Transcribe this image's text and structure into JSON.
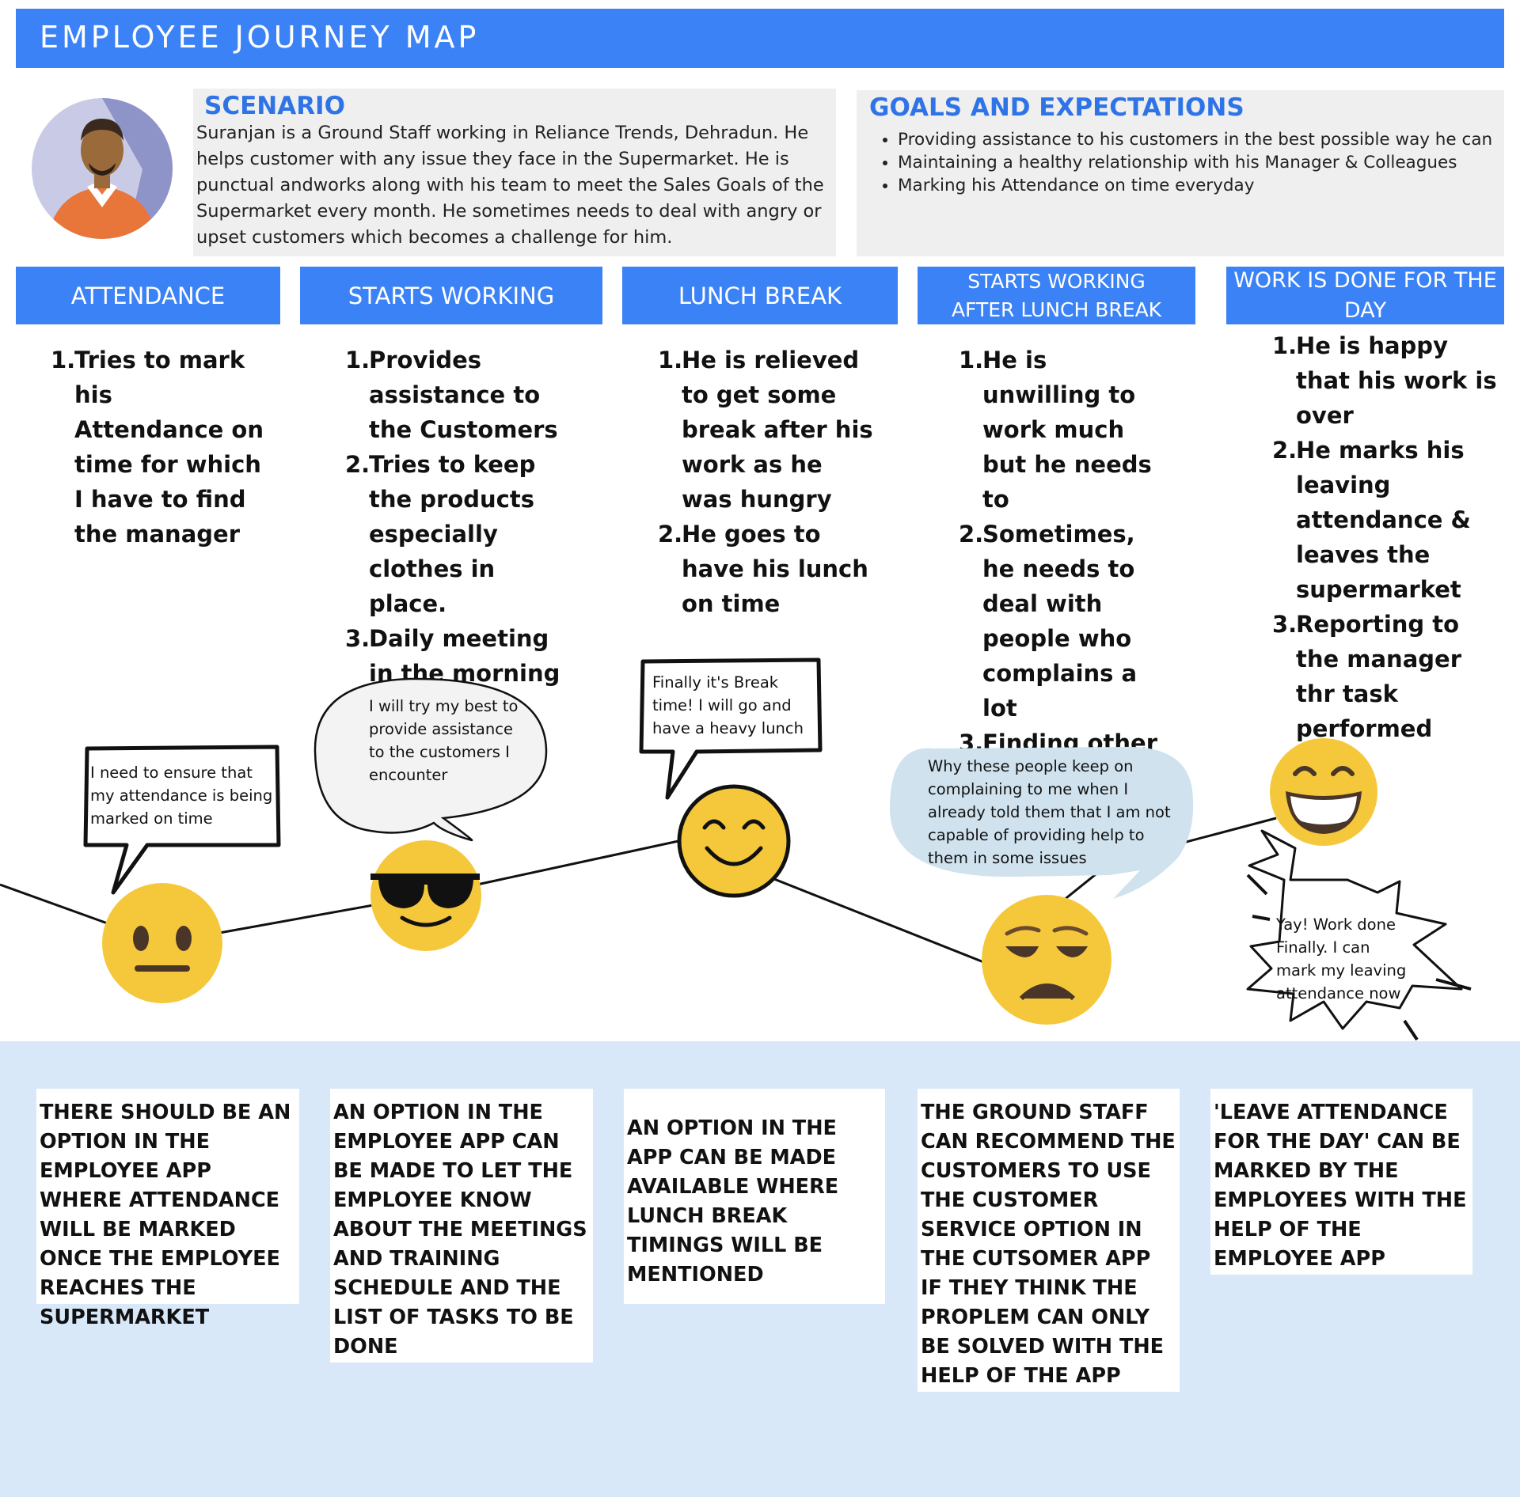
{
  "title": "EMPLOYEE JOURNEY MAP",
  "scenario": {
    "heading": "SCENARIO",
    "text": "Suranjan is a Ground Staff working in Reliance Trends, Dehradun. He helps customer with any issue they face in the Supermarket. He is punctual andworks along with his team to meet the Sales Goals of the Supermarket every month. He sometimes needs to deal with angry or upset customers which becomes a challenge for him."
  },
  "goals": {
    "heading": "GOALS AND EXPECTATIONS",
    "items": [
      "Providing assistance to his customers in the best possible way he can",
      "Maintaining a healthy relationship with his Manager & Colleagues",
      "Marking his Attendance on time everyday"
    ]
  },
  "stages": [
    {
      "header": "ATTENDANCE",
      "items": [
        "Tries to mark his Attendance on time for which I have to find the manager"
      ],
      "thought": "I need to ensure that my attendance is being marked on time",
      "emotion": "neutral-face-icon",
      "recommendation": "THERE SHOULD BE AN OPTION IN THE EMPLOYEE APP WHERE ATTENDANCE WILL BE MARKED ONCE THE EMPLOYEE REACHES THE SUPERMARKET"
    },
    {
      "header": "STARTS WORKING",
      "items": [
        "Provides assistance to the Customers",
        "Tries to keep the products especially clothes in place.",
        "Daily meeting in the morning"
      ],
      "thought": "I will try my best to provide assistance to the customers I encounter",
      "emotion": "sunglasses-face-icon",
      "recommendation": "AN OPTION IN THE EMPLOYEE APP CAN BE MADE TO LET THE EMPLOYEE KNOW ABOUT THE MEETINGS AND TRAINING SCHEDULE AND THE LIST OF TASKS TO BE DONE"
    },
    {
      "header": "LUNCH BREAK",
      "items": [
        "He is relieved to get some break after his work as he was hungry",
        "He goes to have his lunch on time"
      ],
      "thought": "Finally it's Break time! I will go and have a heavy lunch",
      "emotion": "smiling-face-icon",
      "recommendation": "AN OPTION IN THE APP CAN BE MADE AVAILABLE WHERE LUNCH  BREAK TIMINGS WILL BE MENTIONED"
    },
    {
      "header": "STARTS WORKING AFTER LUNCH BREAK",
      "items": [
        "He is unwilling to work much but he needs to",
        " Sometimes, he needs to deal with people who complains a lot",
        "Finding other employees"
      ],
      "thought": "Why these people keep on complaining to me when I already told them that I am not capable of providing help to them in some issues",
      "emotion": "unamused-face-icon",
      "recommendation": "THE GROUND STAFF CAN RECOMMEND THE CUSTOMERS TO USE THE CUSTOMER SERVICE OPTION IN THE CUTSOMER APP IF THEY THINK THE PROPLEM CAN ONLY BE SOLVED WITH THE HELP OF THE APP"
    },
    {
      "header": "WORK IS DONE FOR THE DAY",
      "items": [
        "He is happy that his work is over",
        "He marks his leaving attendance & leaves the supermarket",
        "Reporting to the manager thr task performed"
      ],
      "thought": "Yay! Work done Finally. I can mark my leaving attendance now",
      "emotion": "grinning-face-icon",
      "recommendation": "'LEAVE ATTENDANCE FOR THE DAY' CAN BE MARKED BY THE EMPLOYEES WITH THE HELP OF THE EMPLOYEE APP"
    }
  ],
  "colors": {
    "accent": "#3b82f6",
    "heading": "#2f74e6",
    "panel": "#efefef",
    "bottom": "#d9e8f8",
    "emoji": "#f5c83c"
  }
}
